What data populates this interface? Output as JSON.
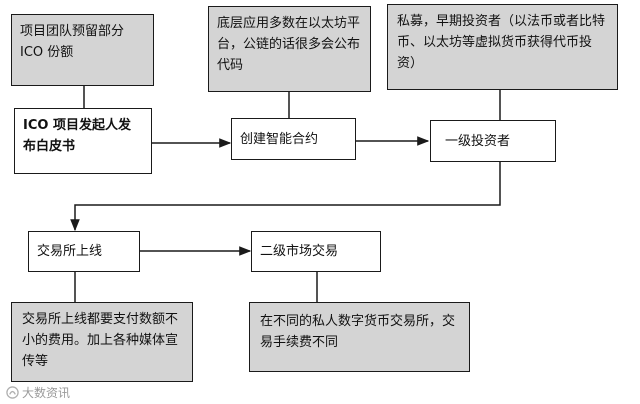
{
  "nodes": {
    "team_reserve": "项目团队预留部分 ICO 份额",
    "initiator": "ICO 项目发起人发布白皮书",
    "platform_note": "底层应用多数在以太坊平台，公链的话很多会公布代码",
    "smart_contract": "创建智能合约",
    "private_note": "私募，早期投资者（以法币或者比特币、以太坊等虚拟货币获得代币投资）",
    "primary_investor": "一级投资者",
    "exchange_listing": "交易所上线",
    "secondary_trading": "二级市场交易",
    "listing_note": "交易所上线都要支付数额不小的费用。加上各种媒体宣传等",
    "trading_note": "在不同的私人数字货币交易所，交易手续费不同"
  },
  "watermark": "大数资讯",
  "colors": {
    "note_fill": "#d4d4d4",
    "line": "#1a1a1a",
    "watermark": "#9a9a9a"
  }
}
